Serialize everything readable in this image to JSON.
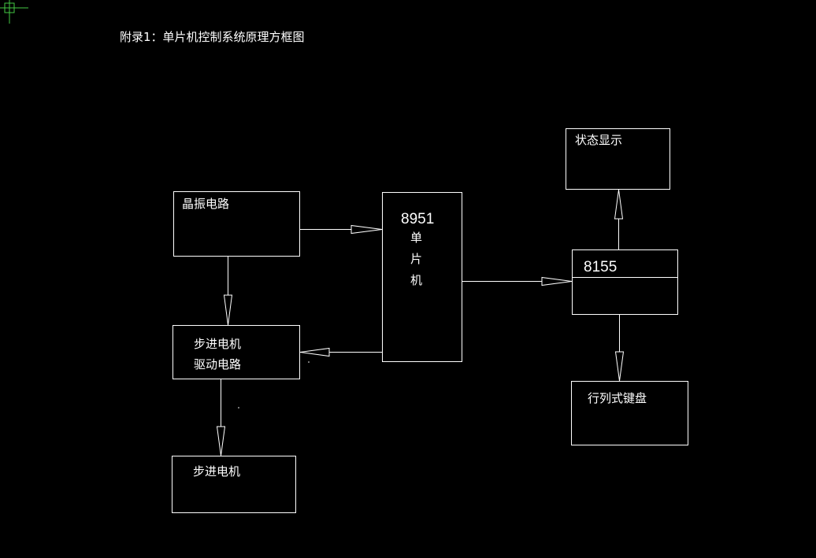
{
  "diagram": {
    "title": "附录1：单片机控制系统原理方框图",
    "colors": {
      "background": "#000000",
      "line": "#ffffff",
      "cursor": "#43c843"
    },
    "blocks": {
      "crystal": {
        "label": "晶振电路"
      },
      "mcu": {
        "label_number": "8951",
        "label_line1": "单",
        "label_line2": "片",
        "label_line3": "机"
      },
      "driver": {
        "label_line1": "步进电机",
        "label_line2": "驱动电路"
      },
      "motor": {
        "label": "步进电机"
      },
      "display": {
        "label": "状态显示"
      },
      "io_chip": {
        "label": "8155"
      },
      "keyboard": {
        "label": "行列式键盘"
      }
    },
    "connections": [
      {
        "from": "crystal",
        "to": "mcu"
      },
      {
        "from": "crystal",
        "to": "driver"
      },
      {
        "from": "mcu",
        "to": "driver"
      },
      {
        "from": "driver",
        "to": "motor"
      },
      {
        "from": "mcu",
        "to": "io_chip"
      },
      {
        "from": "io_chip",
        "to": "display"
      },
      {
        "from": "io_chip",
        "to": "keyboard"
      }
    ]
  }
}
